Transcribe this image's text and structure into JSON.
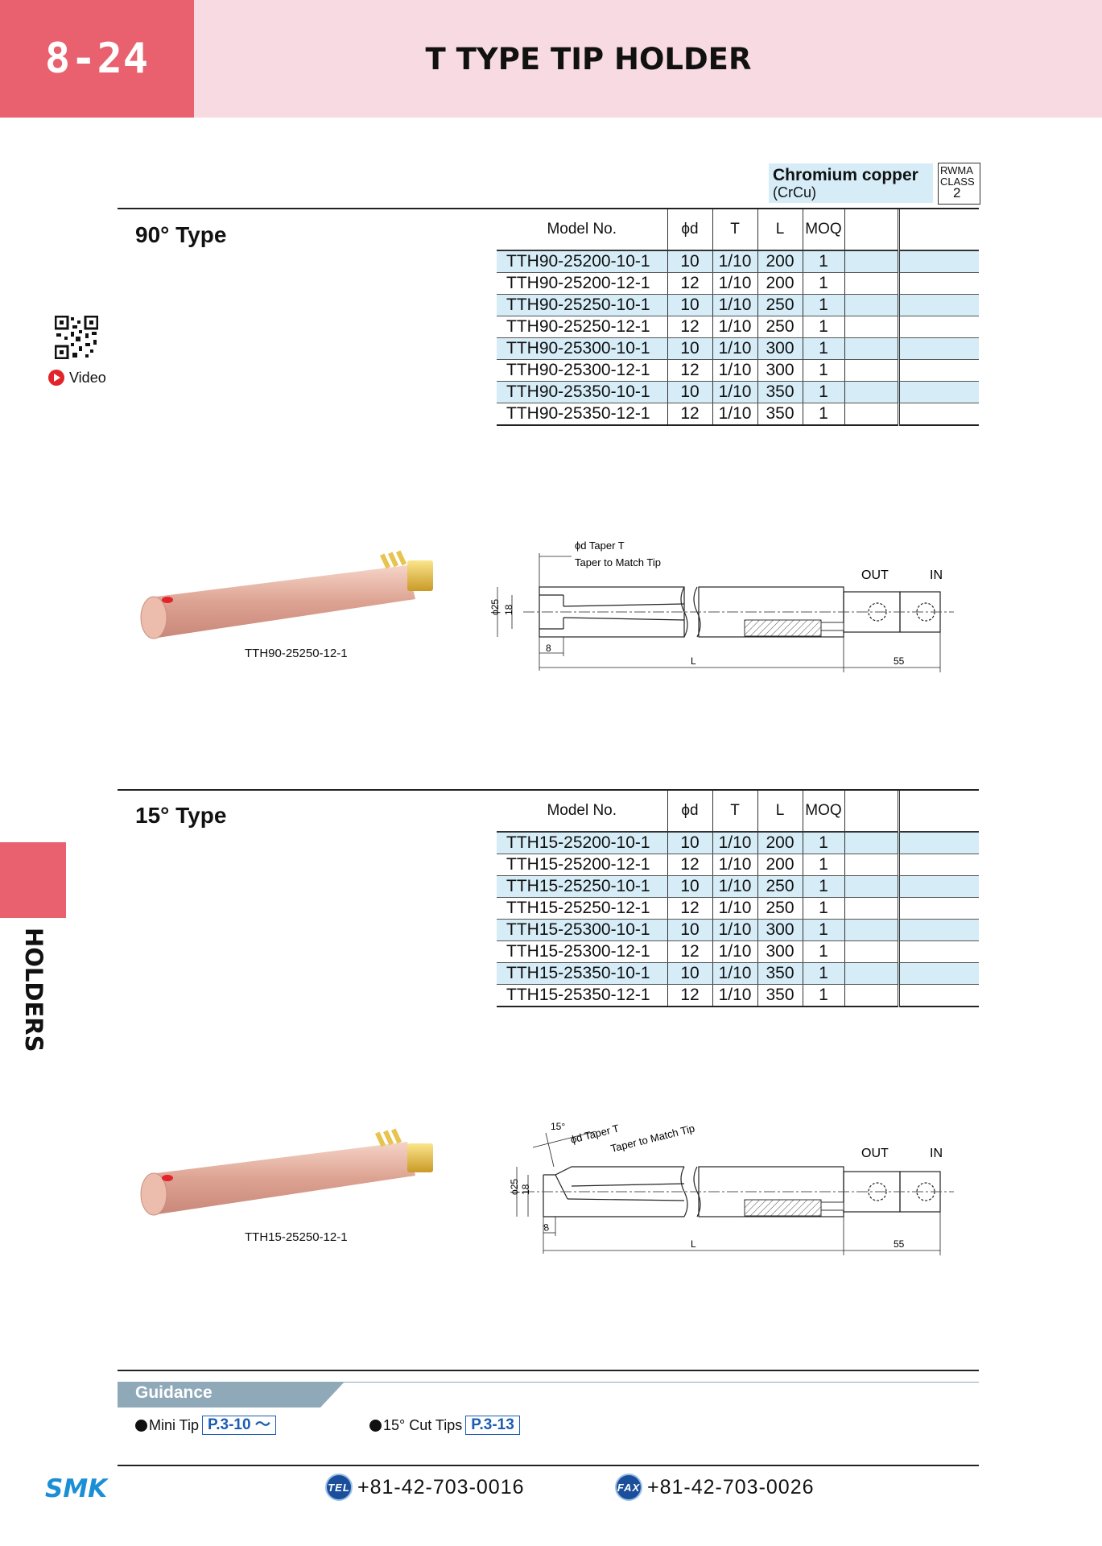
{
  "header": {
    "page_number": "8-24",
    "title": "T TYPE TIP HOLDER"
  },
  "material": {
    "name": "Chromium copper",
    "symbol": "(CrCu)",
    "class_label": [
      "RWMA",
      "CLASS"
    ],
    "class_value": "2"
  },
  "table_headers": [
    "Model No.",
    "ϕd",
    "T",
    "L",
    "MOQ"
  ],
  "sections": [
    {
      "title": "90° Type",
      "rows": [
        [
          "TTH90-25200-10-1",
          "10",
          "1/10",
          "200",
          "1"
        ],
        [
          "TTH90-25200-12-1",
          "12",
          "1/10",
          "200",
          "1"
        ],
        [
          "TTH90-25250-10-1",
          "10",
          "1/10",
          "250",
          "1"
        ],
        [
          "TTH90-25250-12-1",
          "12",
          "1/10",
          "250",
          "1"
        ],
        [
          "TTH90-25300-10-1",
          "10",
          "1/10",
          "300",
          "1"
        ],
        [
          "TTH90-25300-12-1",
          "12",
          "1/10",
          "300",
          "1"
        ],
        [
          "TTH90-25350-10-1",
          "10",
          "1/10",
          "350",
          "1"
        ],
        [
          "TTH90-25350-12-1",
          "12",
          "1/10",
          "350",
          "1"
        ]
      ],
      "photo_caption": "TTH90-25250-12-1",
      "drawing": {
        "taper_label": "ϕd  Taper T",
        "taper_sub": "Taper to Match Tip",
        "out": "OUT",
        "in": "IN",
        "dia": "ϕ25",
        "inner": "18",
        "tip": "8",
        "length": "L",
        "end": "55"
      }
    },
    {
      "title": "15° Type",
      "rows": [
        [
          "TTH15-25200-10-1",
          "10",
          "1/10",
          "200",
          "1"
        ],
        [
          "TTH15-25200-12-1",
          "12",
          "1/10",
          "200",
          "1"
        ],
        [
          "TTH15-25250-10-1",
          "10",
          "1/10",
          "250",
          "1"
        ],
        [
          "TTH15-25250-12-1",
          "12",
          "1/10",
          "250",
          "1"
        ],
        [
          "TTH15-25300-10-1",
          "10",
          "1/10",
          "300",
          "1"
        ],
        [
          "TTH15-25300-12-1",
          "12",
          "1/10",
          "300",
          "1"
        ],
        [
          "TTH15-25350-10-1",
          "10",
          "1/10",
          "350",
          "1"
        ],
        [
          "TTH15-25350-12-1",
          "12",
          "1/10",
          "350",
          "1"
        ]
      ],
      "photo_caption": "TTH15-25250-12-1",
      "drawing": {
        "angle": "15°",
        "taper_label": "ϕd  Taper T",
        "taper_sub": "Taper to Match Tip",
        "out": "OUT",
        "in": "IN",
        "dia": "ϕ25",
        "inner": "18",
        "tip": "8",
        "length": "L",
        "end": "55"
      }
    }
  ],
  "video_label": "Video",
  "side_tab": "HOLDERS",
  "guidance": {
    "title": "Guidance",
    "items": [
      {
        "label": "Mini Tip",
        "ref": "P.3-10 ～"
      },
      {
        "label": "15° Cut Tips",
        "ref": "P.3-13"
      }
    ]
  },
  "footer": {
    "logo": "SMK",
    "tel_badge": "TEL",
    "tel": "+81-42-703-0016",
    "fax_badge": "FAX",
    "fax": "+81-42-703-0026"
  }
}
